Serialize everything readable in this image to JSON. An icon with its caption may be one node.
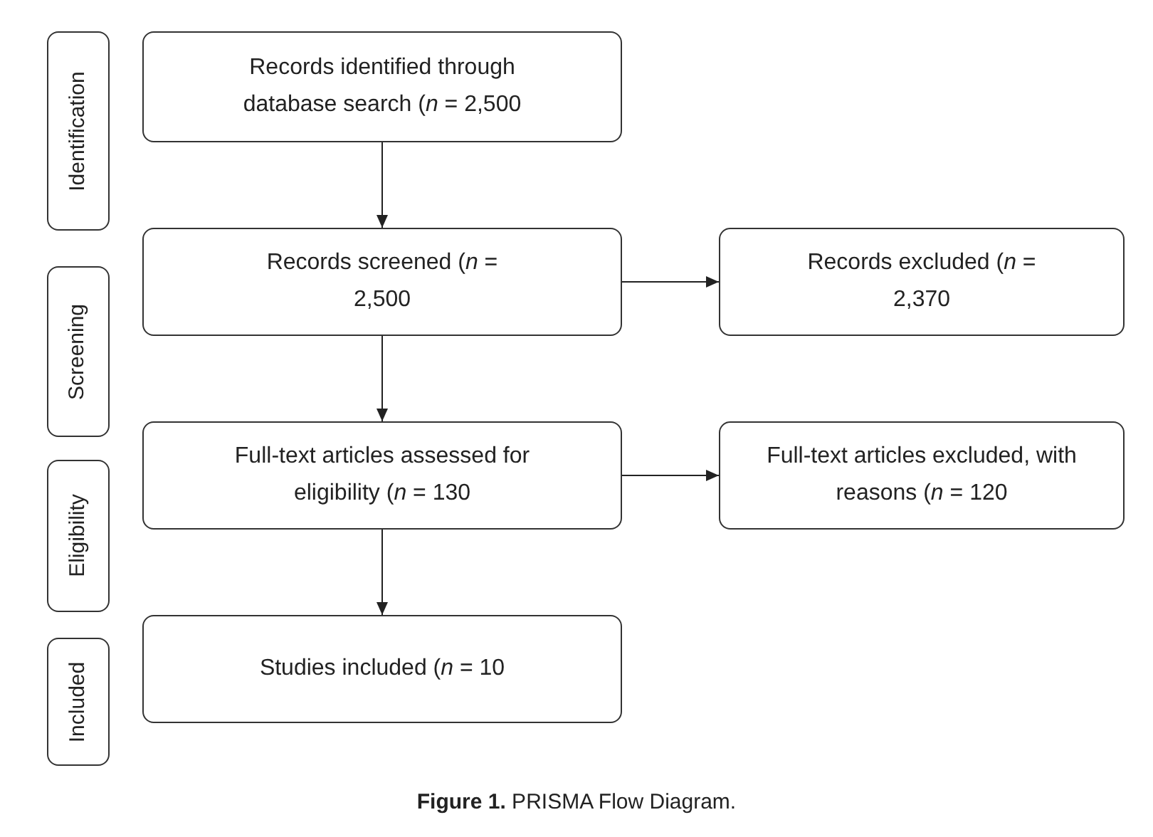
{
  "diagram": {
    "caption": "**Figure 1.** PRISMA Flow Diagram.",
    "nodes": [
      {
        "text": [
          "Identification"
        ]
      },
      {
        "text": [
          "Screening"
        ]
      },
      {
        "text": [
          "Eligibility"
        ]
      },
      {
        "text": [
          "Included"
        ]
      },
      {
        "text": [
          "Records identified through database search (*n* = 2,500"
        ]
      },
      {
        "text": [
          "Records screened (*n* = 2,500"
        ]
      },
      {
        "text": [
          "Records excluded (*n* = 2,370"
        ]
      },
      {
        "text": [
          "Full-text articles assessed for eligibility (*n* = 130"
        ]
      },
      {
        "text": [
          "Full-text articles excluded, with reasons (*n* = 120"
        ]
      },
      {
        "text": [
          "Studies included (*n* = 10"
        ]
      }
    ],
    "edges": [
      {
        "from": 4,
        "to": 5,
        "arrow": "to"
      },
      {
        "from": 5,
        "to": 6,
        "arrow": "to"
      },
      {
        "from": 5,
        "to": 7,
        "arrow": "to"
      },
      {
        "from": 7,
        "to": 8,
        "arrow": "to"
      },
      {
        "from": 7,
        "to": 9,
        "arrow": "to"
      }
    ]
  }
}
